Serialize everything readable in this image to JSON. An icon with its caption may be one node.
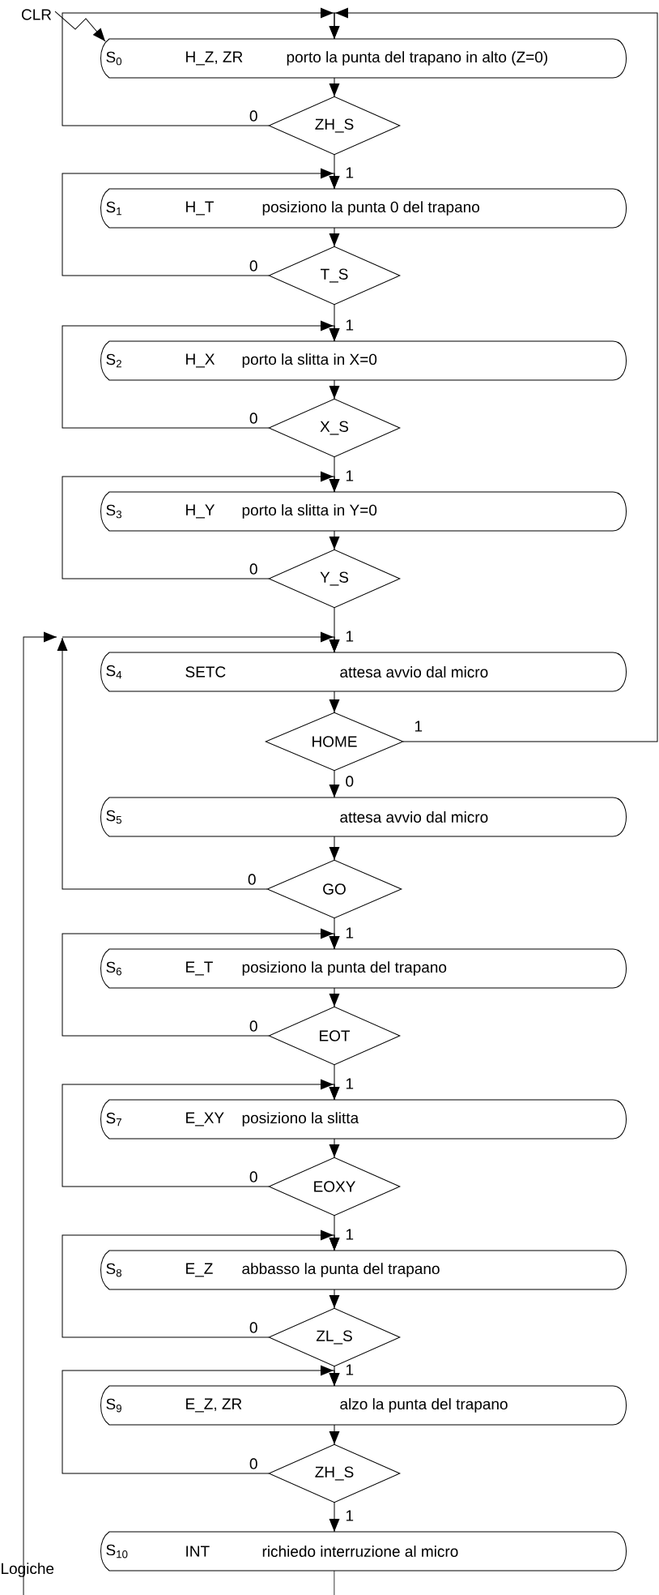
{
  "diagram": {
    "nodes": [
      {
        "text": [
          "CLR"
        ]
      },
      {
        "text": [
          "S$_{0}$",
          "H_Z, ZR",
          "porto la punta del trapano in alto (Z=0)"
        ]
      },
      {
        "text": [
          "ZH_S"
        ]
      },
      {
        "text": [
          "S$_{1}$",
          "H_T",
          "posiziono la punta 0 del trapano"
        ]
      },
      {
        "text": [
          "T_S"
        ]
      },
      {
        "text": [
          "S$_{2}$",
          "H_X",
          "porto la slitta in X=0"
        ]
      },
      {
        "text": [
          "X_S"
        ]
      },
      {
        "text": [
          "S$_{3}$",
          "H_Y",
          "porto la slitta in Y=0"
        ]
      },
      {
        "text": [
          "Y_S"
        ]
      },
      {
        "text": [
          "S$_{4}$",
          "SETC",
          "attesa avvio dal micro"
        ]
      },
      {
        "text": [
          "HOME"
        ]
      },
      {
        "text": [
          "S$_{5}$",
          "attesa avvio dal micro"
        ]
      },
      {
        "text": [
          "GO"
        ]
      },
      {
        "text": [
          "S$_{6}$",
          "E_T",
          "posiziono la punta del trapano"
        ]
      },
      {
        "text": [
          "EOT"
        ]
      },
      {
        "text": [
          "S$_{7}$",
          "E_XY",
          "posiziono la slitta"
        ]
      },
      {
        "text": [
          "EOXY"
        ]
      },
      {
        "text": [
          "S$_{8}$",
          "E_Z",
          "abbasso la punta del trapano"
        ]
      },
      {
        "text": [
          "ZL_S"
        ]
      },
      {
        "text": [
          "S$_{9}$",
          "E_Z, ZR",
          "alzo la punta del trapano"
        ]
      },
      {
        "text": [
          "ZH_S"
        ]
      },
      {
        "text": [
          "S$_{10}$",
          "INT",
          "richiedo interruzione al micro"
        ]
      }
    ],
    "edges": [
      {
        "from": 0,
        "to": 1,
        "arrow": "to"
      },
      {
        "from": 1,
        "to": 2,
        "arrow": "to"
      },
      {
        "from": 2,
        "to": 1,
        "arrow": "to",
        "label": "0"
      },
      {
        "from": 2,
        "to": 3,
        "arrow": "to",
        "label": "1"
      },
      {
        "from": 3,
        "to": 4,
        "arrow": "to"
      },
      {
        "from": 4,
        "to": 3,
        "arrow": "to",
        "label": "0"
      },
      {
        "from": 4,
        "to": 5,
        "arrow": "to",
        "label": "1"
      },
      {
        "from": 5,
        "to": 6,
        "arrow": "to"
      },
      {
        "from": 6,
        "to": 5,
        "arrow": "to",
        "label": "0"
      },
      {
        "from": 6,
        "to": 7,
        "arrow": "to",
        "label": "1"
      },
      {
        "from": 7,
        "to": 8,
        "arrow": "to"
      },
      {
        "from": 8,
        "to": 7,
        "arrow": "to",
        "label": "0"
      },
      {
        "from": 8,
        "to": 9,
        "arrow": "to",
        "label": "1"
      },
      {
        "from": 9,
        "to": 10,
        "arrow": "to"
      },
      {
        "from": 10,
        "to": 1,
        "arrow": "to",
        "label": "1"
      },
      {
        "from": 10,
        "to": 11,
        "arrow": "to",
        "label": "0"
      },
      {
        "from": 11,
        "to": 12,
        "arrow": "to"
      },
      {
        "from": 12,
        "to": 9,
        "arrow": "to",
        "label": "0"
      },
      {
        "from": 12,
        "to": 13,
        "arrow": "to",
        "label": "1"
      },
      {
        "from": 13,
        "to": 14,
        "arrow": "to"
      },
      {
        "from": 14,
        "to": 13,
        "arrow": "to",
        "label": "0"
      },
      {
        "from": 14,
        "to": 15,
        "arrow": "to",
        "label": "1"
      },
      {
        "from": 15,
        "to": 16,
        "arrow": "to"
      },
      {
        "from": 16,
        "to": 15,
        "arrow": "to",
        "label": "0"
      },
      {
        "from": 16,
        "to": 17,
        "arrow": "to",
        "label": "1"
      },
      {
        "from": 17,
        "to": 18,
        "arrow": "to"
      },
      {
        "from": 18,
        "to": 17,
        "arrow": "to",
        "label": "0"
      },
      {
        "from": 18,
        "to": 19,
        "arrow": "to",
        "label": "1"
      },
      {
        "from": 19,
        "to": 20,
        "arrow": "to"
      },
      {
        "from": 20,
        "to": 19,
        "arrow": "to",
        "label": "0"
      },
      {
        "from": 20,
        "to": 21,
        "arrow": "to",
        "label": "1"
      },
      {
        "from": 21,
        "to": 9,
        "arrow": "to"
      }
    ],
    "labels": [
      "Logiche"
    ]
  }
}
